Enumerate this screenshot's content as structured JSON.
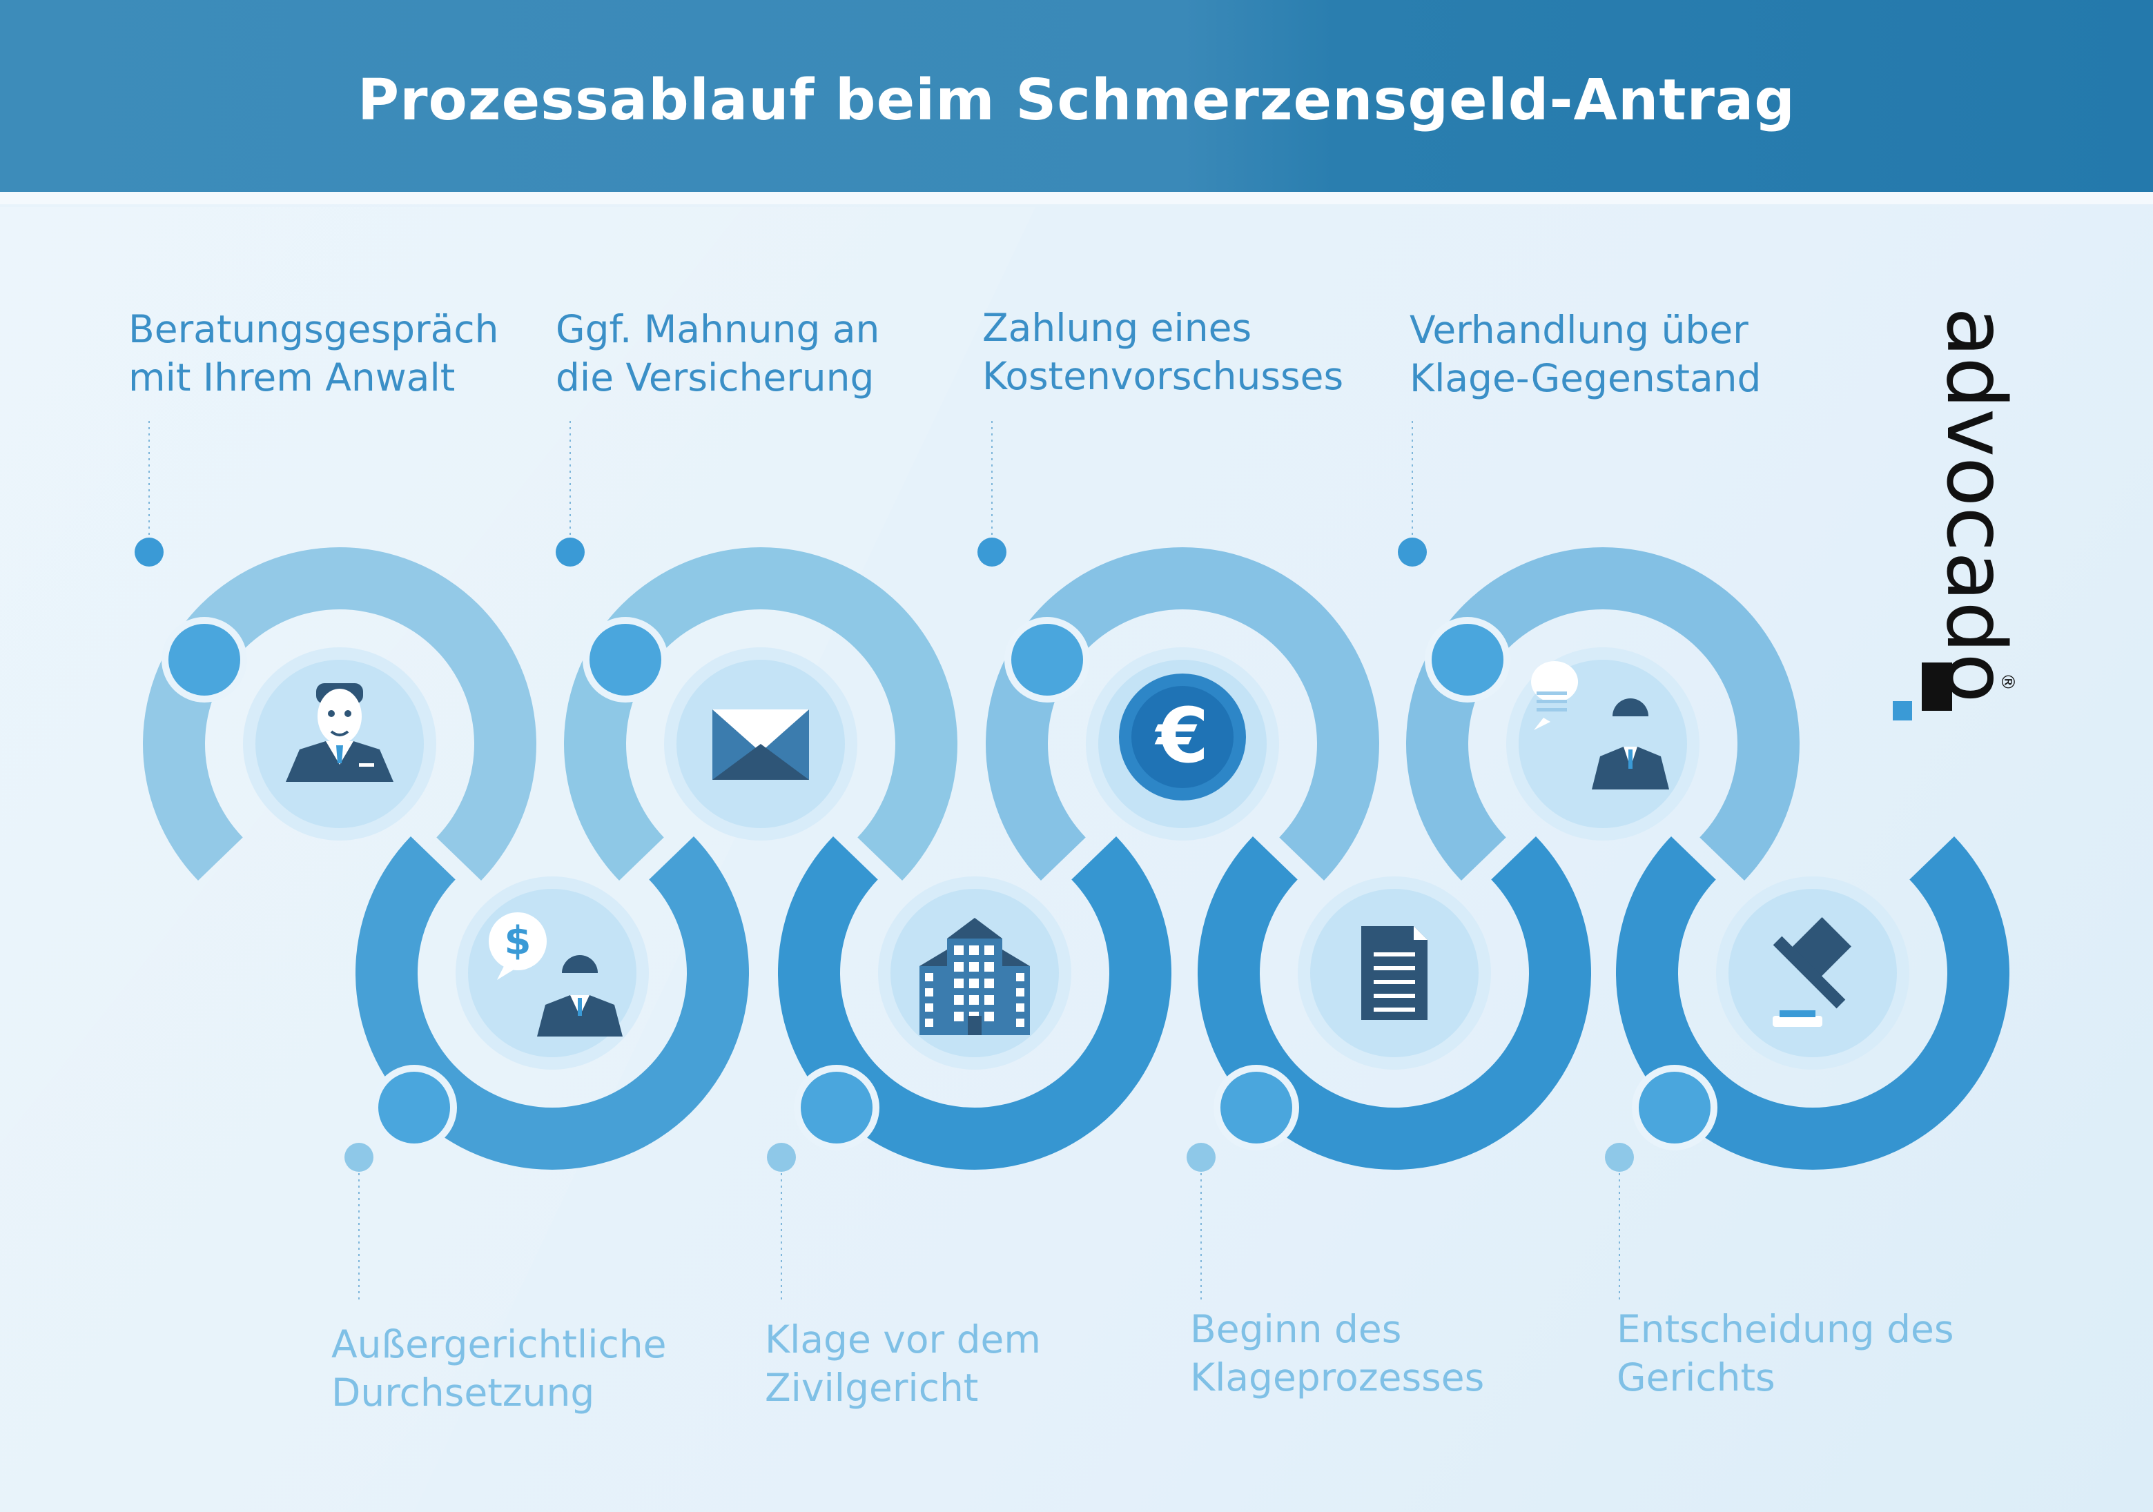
{
  "header": {
    "title": "Prozessablauf beim Schmerzensgeld-Antrag"
  },
  "logo": {
    "text": "advocado",
    "mark": "®"
  },
  "steps_top": [
    {
      "label": "Beratungsgespräch\nmit Ihrem Anwalt",
      "icon": "lawyer-icon"
    },
    {
      "label": "Ggf. Mahnung an\ndie Versicherung",
      "icon": "envelope-icon"
    },
    {
      "label": "Zahlung eines\nKostenvorschusses",
      "icon": "euro-coin-icon"
    },
    {
      "label": "Verhandlung über\nKlage-Gegenstand",
      "icon": "speaking-person-icon"
    }
  ],
  "steps_bottom": [
    {
      "label": "Außergerichtliche\nDurchsetzung",
      "icon": "money-talk-icon"
    },
    {
      "label": "Klage vor dem\nZivilgericht",
      "icon": "courthouse-icon"
    },
    {
      "label": "Beginn des\nKlageprozesses",
      "icon": "document-icon"
    },
    {
      "label": "Entscheidung des\nGerichts",
      "icon": "gavel-icon"
    }
  ],
  "colors": {
    "header": "#3a89b8",
    "top_ring": "#8ec8e6",
    "bottom_ring": "#3594d0",
    "icon_dark": "#2e5577",
    "top_text": "#3a8fc7",
    "bottom_text": "#7fc0e6"
  }
}
